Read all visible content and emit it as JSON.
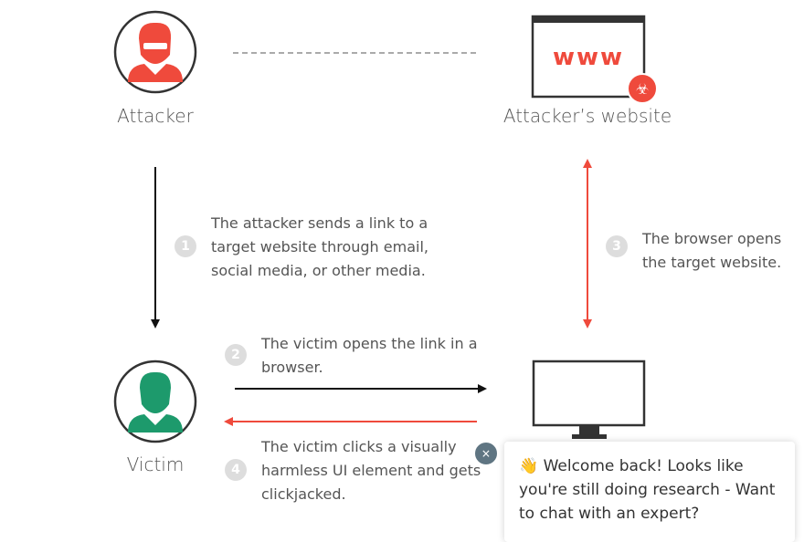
{
  "nodes": {
    "attacker": "Attacker",
    "website": "Attacker’s website",
    "website_text": "www",
    "victim": "Victim"
  },
  "steps": [
    {
      "num": "1",
      "text": "The attacker sends a link to a\ntarget website through email,\nsocial media, or other media."
    },
    {
      "num": "2",
      "text": "The victim opens the link in a\nbrowser."
    },
    {
      "num": "3",
      "text": "The browser opens\nthe target website."
    },
    {
      "num": "4",
      "text": "The victim clicks a visually\nharmless UI element and gets\nclickjacked."
    }
  ],
  "chat": {
    "emoji": "👋",
    "message": "Welcome back! Looks like you're still doing research - Want to chat with an expert?",
    "close": "×"
  },
  "colors": {
    "red": "#ef4a3c",
    "green": "#1d9a6c",
    "dark": "#333333"
  }
}
